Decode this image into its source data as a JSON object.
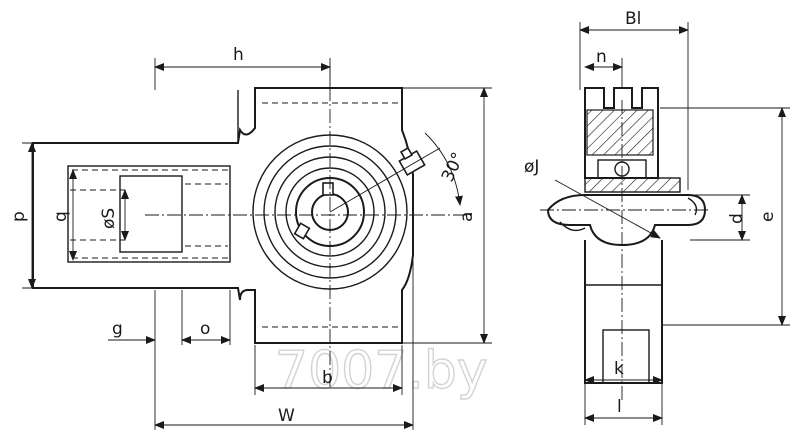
{
  "labels": {
    "h": "h",
    "p": "p",
    "q": "q",
    "s": "øS",
    "g": "g",
    "o": "o",
    "b": "b",
    "w": "W",
    "a": "a",
    "angle": "30°",
    "bl": "Bl",
    "n": "n",
    "j": "øJ",
    "d": "d",
    "e": "e",
    "k": "k",
    "l": "l"
  },
  "watermark": "7007.by",
  "colors": {
    "line": "#1a1a1a",
    "background": "#ffffff",
    "watermark": "#d3d3d3"
  }
}
